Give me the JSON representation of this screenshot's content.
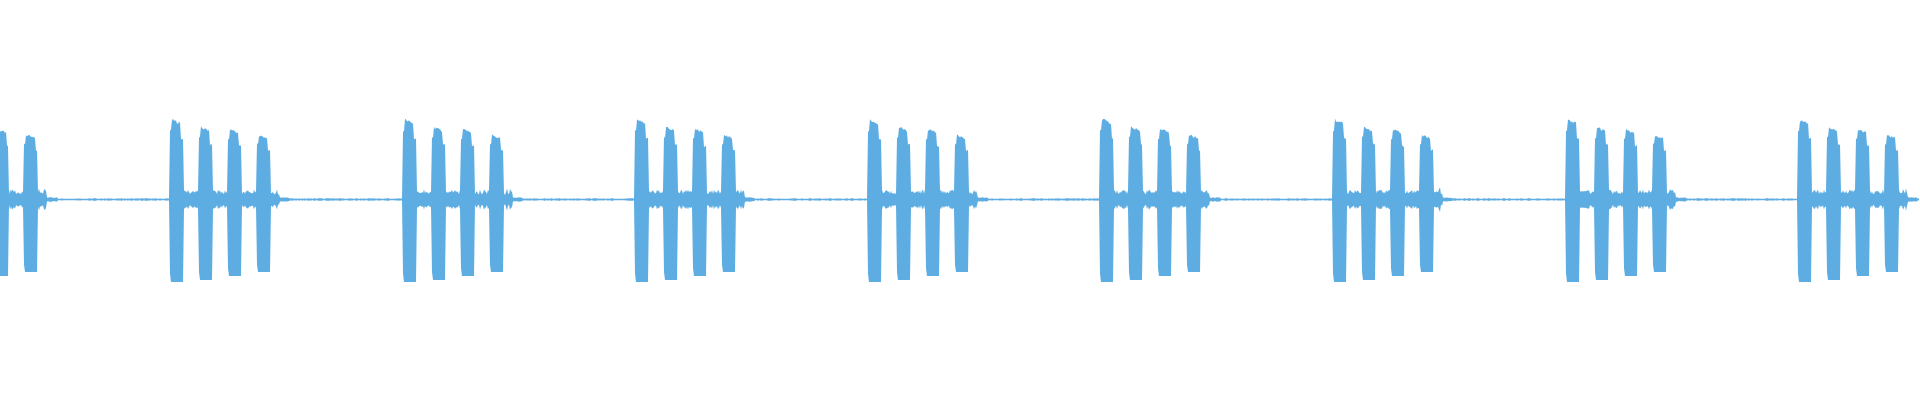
{
  "waveform": {
    "color": "#5DADE2",
    "background": "#FFFFFF",
    "amplitude_range": [
      -1,
      1
    ],
    "group_count": 9,
    "pulses_per_group": 4,
    "pulse_peak_amplitude": [
      0.41,
      0.37,
      0.36,
      0.33
    ],
    "pulse_trough_amplitude": [
      -0.41,
      -0.4,
      -0.38,
      -0.36
    ],
    "inter_pulse_amplitude": 0.04,
    "tail_amplitude": 0.05,
    "silence_amplitude": 0.004
  }
}
